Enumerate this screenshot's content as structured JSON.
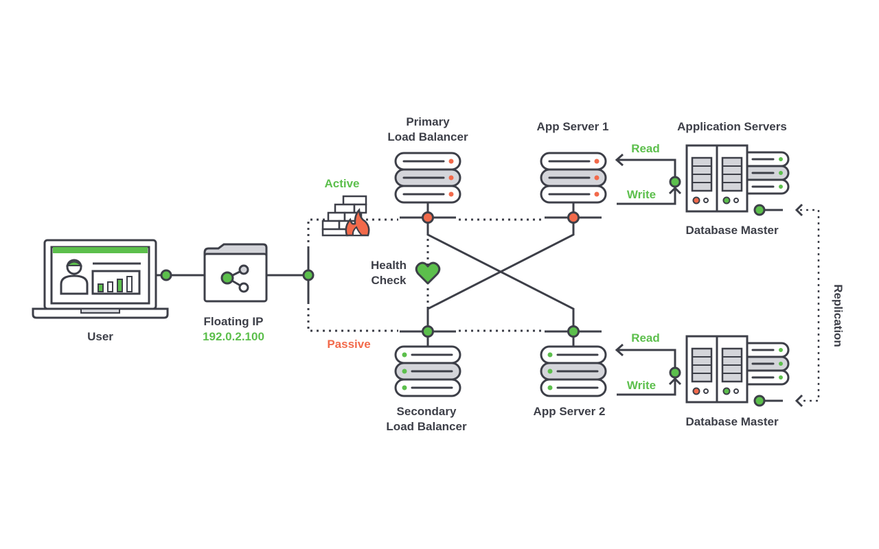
{
  "colors": {
    "stroke": "#3d3f48",
    "green": "#5cbf4c",
    "red": "#f26a4b",
    "gray_fill": "#d4d5da"
  },
  "labels": {
    "user": "User",
    "floating_ip_title": "Floating IP",
    "floating_ip_address": "192.0.2.100",
    "active": "Active",
    "passive": "Passive",
    "health_check_line1": "Health",
    "health_check_line2": "Check",
    "primary_lb_line1": "Primary",
    "primary_lb_line2": "Load Balancer",
    "secondary_lb_line1": "Secondary",
    "secondary_lb_line2": "Load Balancer",
    "app_server_1": "App Server 1",
    "app_server_2": "App Server 2",
    "application_servers": "Application Servers",
    "db_master_top": "Database Master",
    "db_master_bottom": "Database Master",
    "read_top": "Read",
    "write_top": "Write",
    "read_bottom": "Read",
    "write_bottom": "Write",
    "replication": "Replication"
  },
  "icons": [
    "laptop-user-icon",
    "share-folder-icon",
    "firewall-icon",
    "heart-icon",
    "server-stack-icon",
    "database-rack-icon"
  ]
}
